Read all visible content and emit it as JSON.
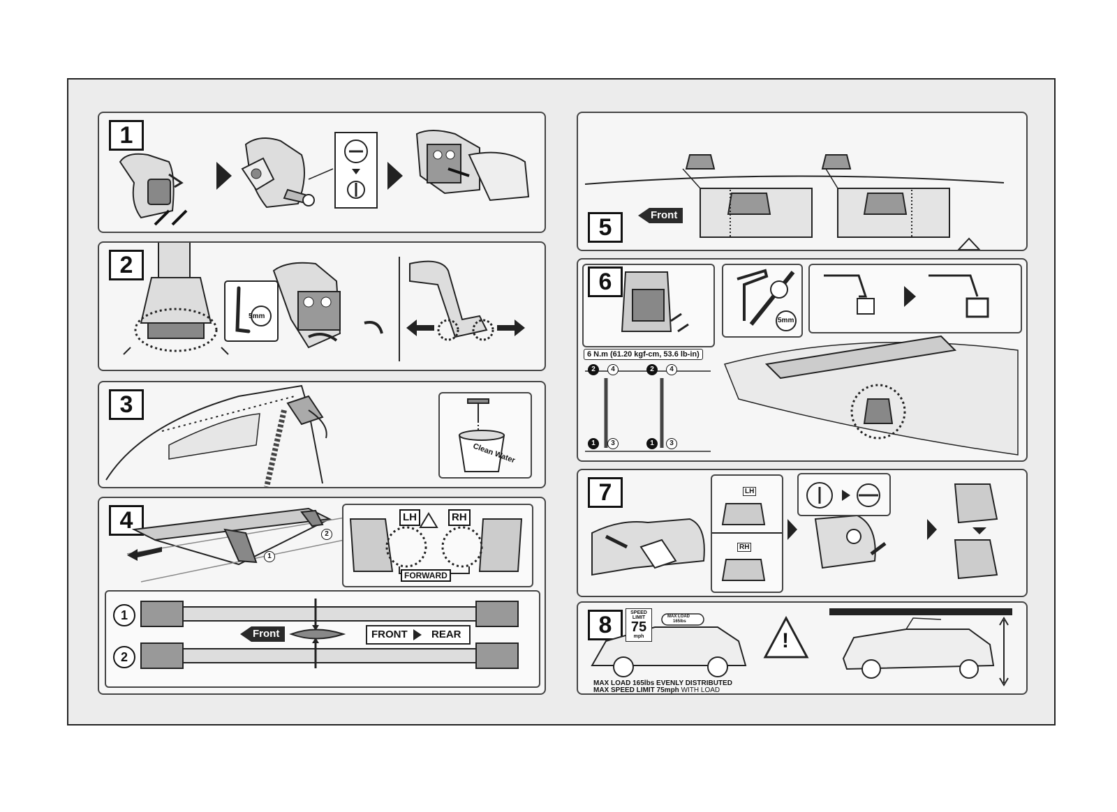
{
  "steps": {
    "s1": "1",
    "s2": "2",
    "s3": "3",
    "s4": "4",
    "s5": "5",
    "s6": "6",
    "s7": "7",
    "s8": "8"
  },
  "labels": {
    "tool_size": "5mm",
    "clean_water": "Clean Water",
    "lh": "LH",
    "rh": "RH",
    "forward": "FORWARD",
    "front": "Front",
    "front_rear_front": "FRONT",
    "front_rear_rear": "REAR",
    "bar_1": "1",
    "bar_2": "2",
    "callout_1": "1",
    "callout_2": "2",
    "torque": "6 N.m (61.20 kgf-cm, 53.6 lb-in)",
    "seq_2a": "2",
    "seq_4a": "4",
    "seq_2b": "2",
    "seq_4b": "4",
    "seq_1a": "1",
    "seq_3a": "3",
    "seq_1b": "1",
    "seq_3b": "3",
    "speed_limit_1": "SPEED",
    "speed_limit_2": "LIMIT",
    "speed_value": "75",
    "speed_unit": "mph",
    "max_load_box": "MAX LOAD",
    "max_load_box_val": "165lbs",
    "max_load_text": "MAX LOAD 165lbs EVENLY DISTRIBUTED",
    "max_speed_text": "MAX SPEED LIMIT 75mph",
    "with_load": "WITH LOAD",
    "warning": "!"
  },
  "colors": {
    "line": "#222222",
    "panel": "#f6f6f6",
    "frame": "#ececec",
    "fill_dark": "#2a2a2a",
    "fill_mid": "#8a8a8a"
  }
}
